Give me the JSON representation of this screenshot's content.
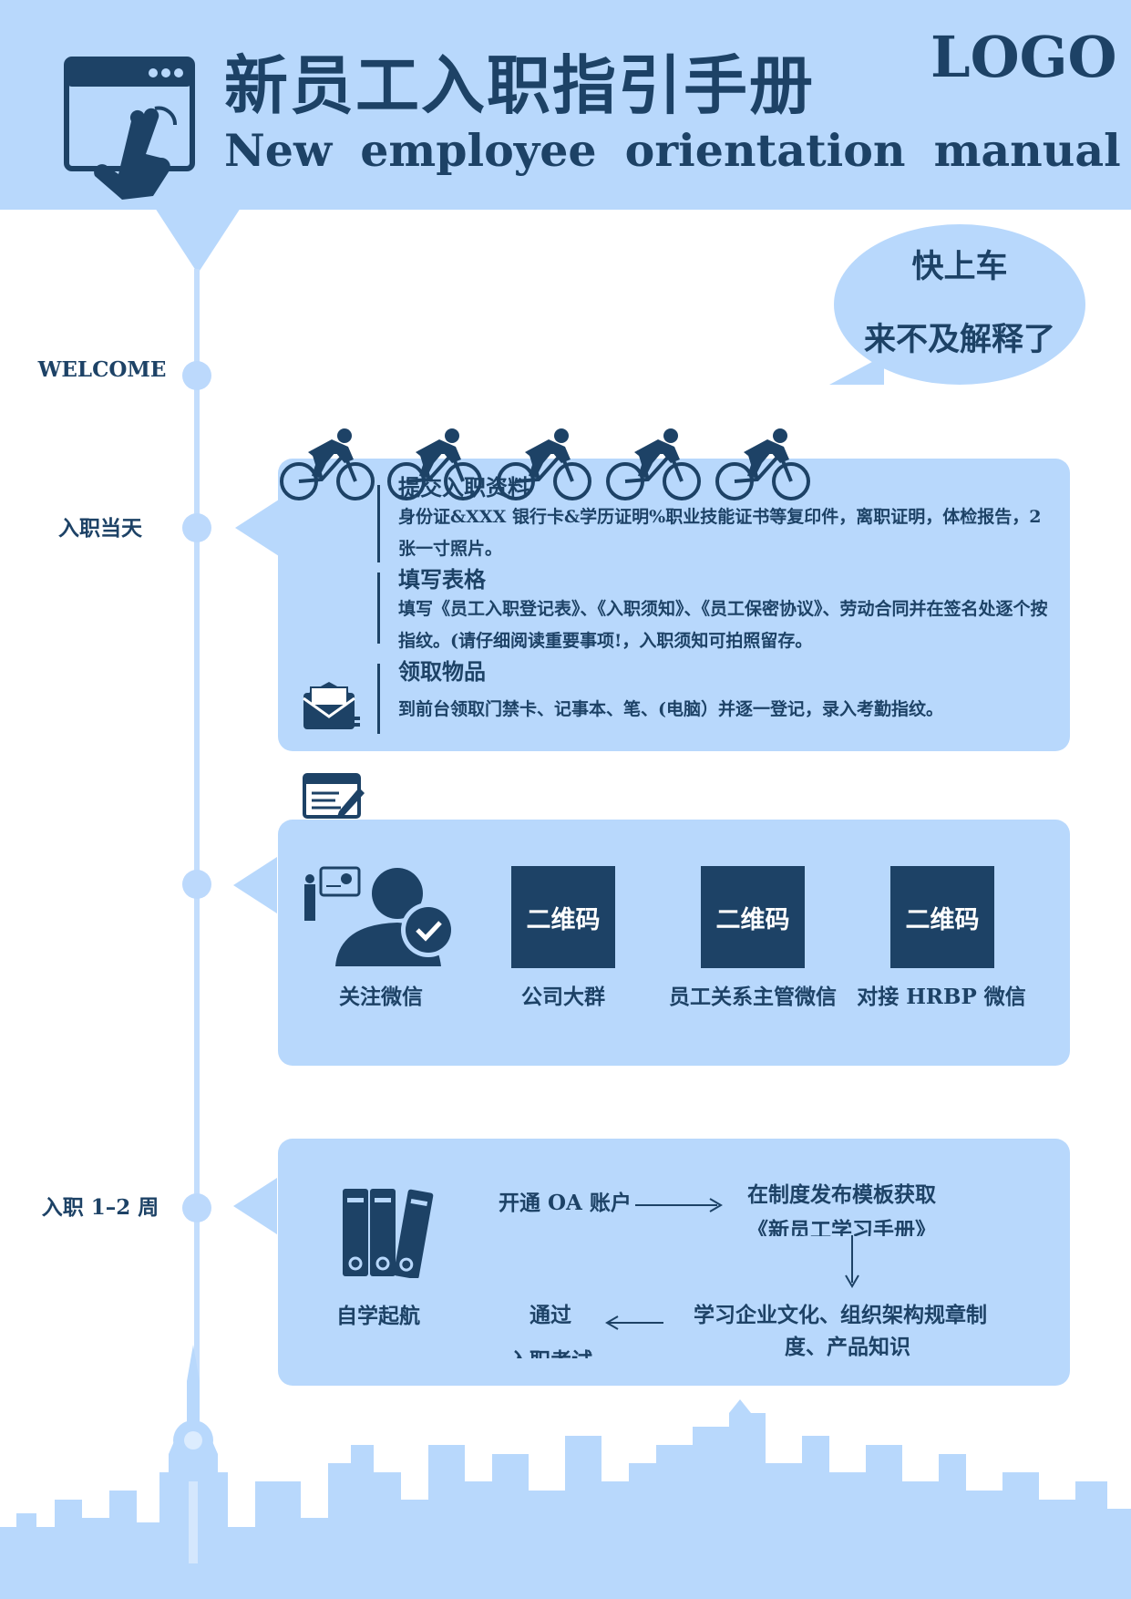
{
  "header": {
    "title_cn": "新员工入职指引手册",
    "title_en": "New employee orientation manual",
    "logo": "LOGO"
  },
  "bubble": {
    "line1": "快上车",
    "line2": "来不及解释了"
  },
  "timeline": {
    "welcome": "WELCOME",
    "day_one": "入职当天",
    "week_one_two": "入职 1–2 周"
  },
  "day_one": {
    "sections": [
      {
        "title": "提交入职资料",
        "body": "身份证&XXX 银行卡&学历证明%职业技能证书等复印件，离职证明，体检报告，2 张一寸照片。"
      },
      {
        "title": "填写表格",
        "body": "填写《员工入职登记表》、《入职须知》、《员工保密协议》、劳动合同并在签名处逐个按指纹。(请仔细阅读重要事项!，入职须知可拍照留存。"
      },
      {
        "title": "领取物品",
        "body": "到前台领取门禁卡、记事本、笔、(电脑）并逐一登记，录入考勤指纹。"
      }
    ]
  },
  "wechat": {
    "follow_label": "关注微信",
    "qr_text": "二维码",
    "items": [
      {
        "caption": "公司大群"
      },
      {
        "caption": "员工关系主管微信"
      },
      {
        "caption": "对接 HRBP 微信"
      }
    ]
  },
  "self_study": {
    "label": "自学起航",
    "step1": "开通 OA 账户",
    "step2_line1": "在制度发布模板获取",
    "step2_line2": "《新员工学习手册》",
    "step3_line1": "学习企业文化、组织架构规章制",
    "step3_line2": "度、产品知识",
    "step4_line1": "通过",
    "step4_line2": "入职考试"
  },
  "colors": {
    "navy": "#1d4266",
    "light_blue": "#b8d8fc",
    "timeline_blue": "#c3ddfc"
  },
  "icons": [
    "browser-hand-icon",
    "cyclist-icon",
    "envelope-icon",
    "form-edit-icon",
    "person-check-icon",
    "binders-icon",
    "city-skyline",
    "tower-icon"
  ]
}
